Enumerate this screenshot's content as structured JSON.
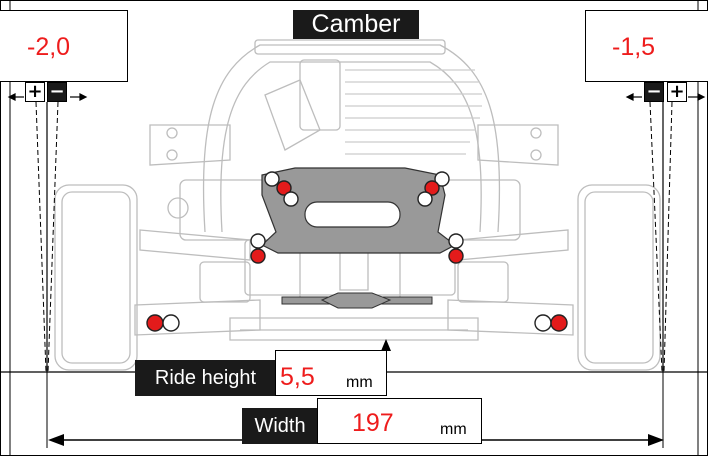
{
  "title": "Camber",
  "camber": {
    "left": {
      "value": "-2,0",
      "plus": "+",
      "minus": "−"
    },
    "right": {
      "value": "-1,5",
      "plus": "+",
      "minus": "−"
    }
  },
  "ride_height": {
    "label": "Ride height",
    "value": "5,5",
    "unit": "mm"
  },
  "width": {
    "label": "Width",
    "value": "197",
    "unit": "mm"
  },
  "colors": {
    "value": "#ee1c1c",
    "dark": "#1a1a1a",
    "car_line": "#bdbdbd",
    "plate": "#999999"
  }
}
